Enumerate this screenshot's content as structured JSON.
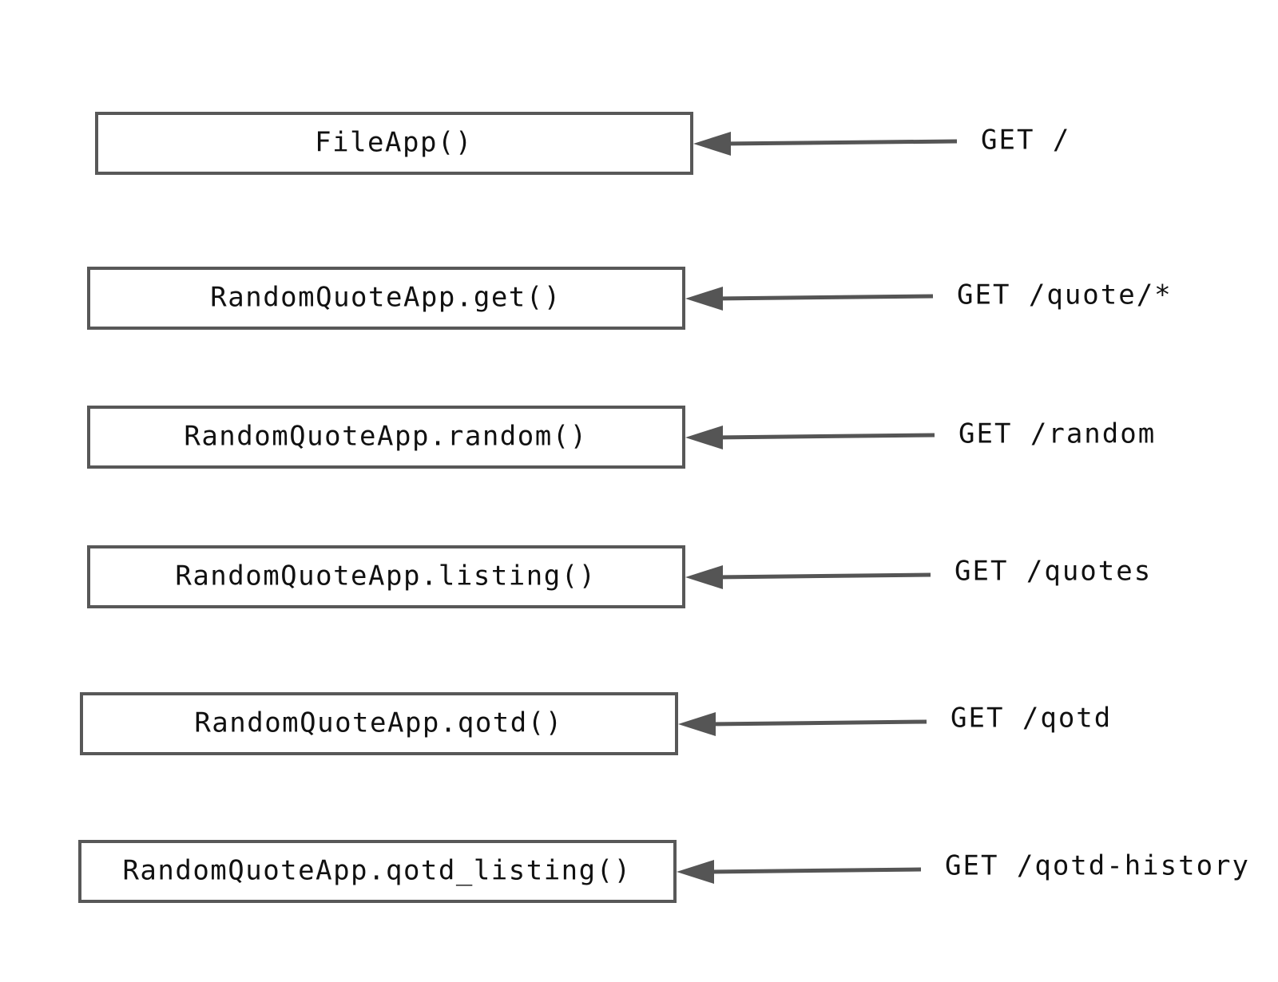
{
  "colors": {
    "box_stroke": "#585858",
    "arrow": "#555555",
    "text": "#111111",
    "background": "#ffffff"
  },
  "routes": [
    {
      "handler": "FileApp()",
      "request": "GET /"
    },
    {
      "handler": "RandomQuoteApp.get()",
      "request": "GET /quote/*"
    },
    {
      "handler": "RandomQuoteApp.random()",
      "request": "GET /random"
    },
    {
      "handler": "RandomQuoteApp.listing()",
      "request": "GET /quotes"
    },
    {
      "handler": "RandomQuoteApp.qotd()",
      "request": "GET /qotd"
    },
    {
      "handler": "RandomQuoteApp.qotd_listing()",
      "request": "GET /qotd-history"
    }
  ]
}
